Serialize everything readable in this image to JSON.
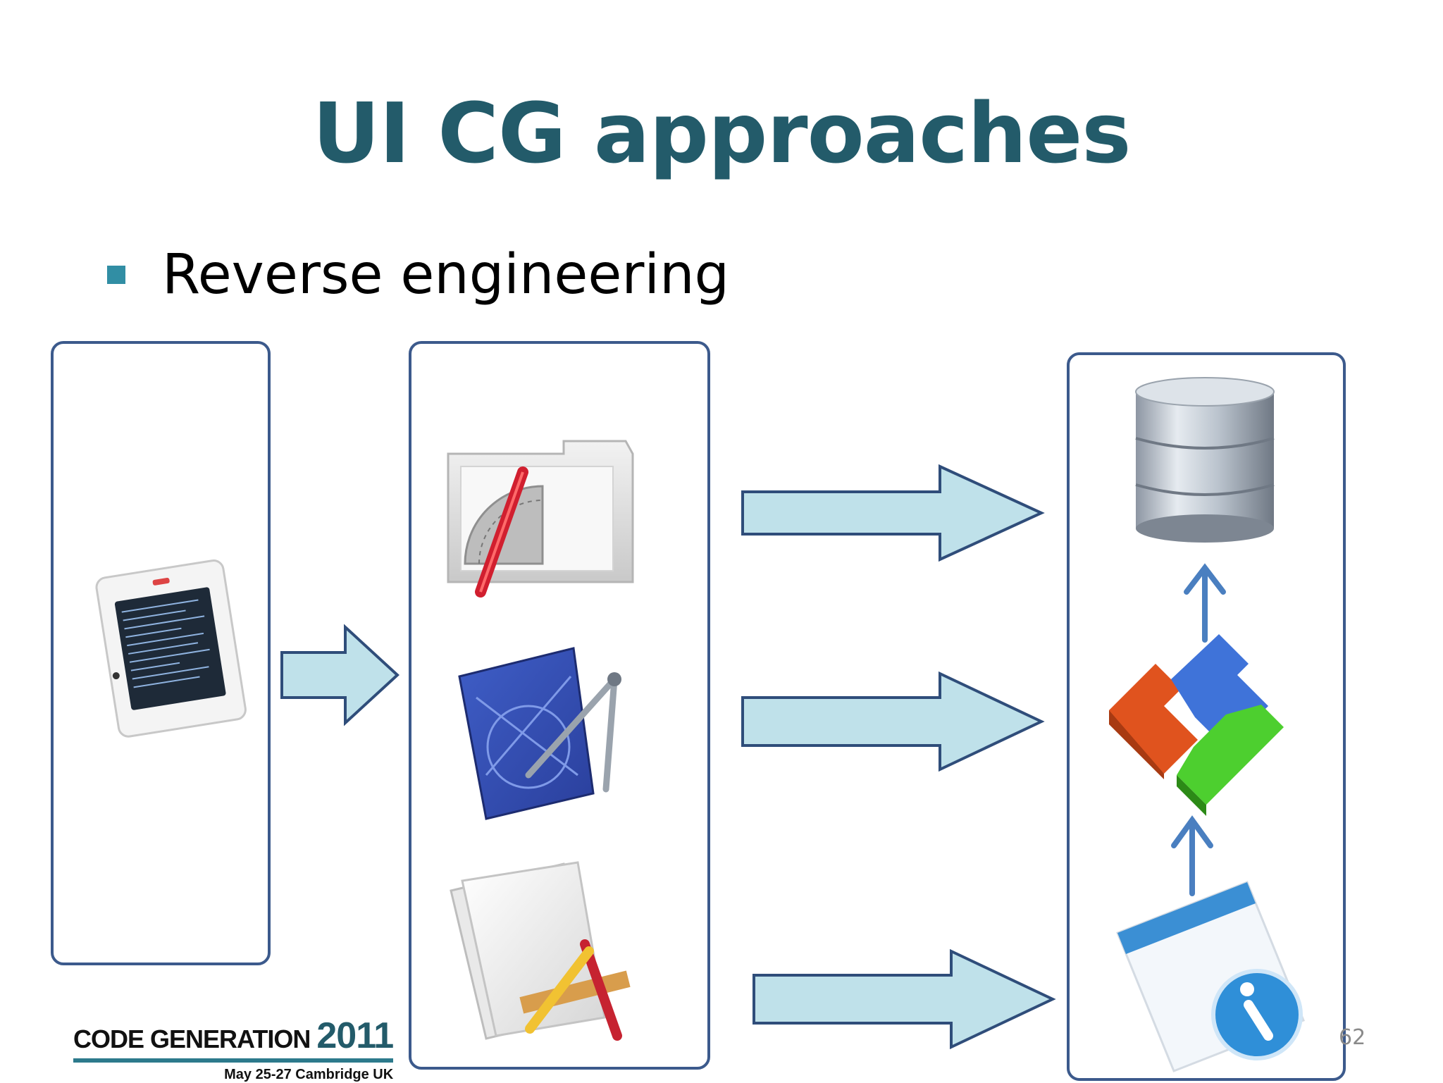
{
  "slide": {
    "title": "UI CG approaches",
    "bullets": [
      "Reverse engineering"
    ],
    "page_number": "62"
  },
  "footer": {
    "logo_main": "CODE GENERATION",
    "logo_year": "2011",
    "logo_sub": "May 25-27 Cambridge UK"
  },
  "colors": {
    "title": "#235b6a",
    "bullet": "#318ea4",
    "panel_border": "#3c5a8c",
    "arrow_fill": "#bfe1ea",
    "arrow_stroke": "#2f4d7a",
    "small_arrow": "#4a7fc0"
  },
  "icons": {
    "left_panel": [
      "embedded-device-icon"
    ],
    "middle_panel": [
      "design-folder-icon",
      "blueprint-icon",
      "app-design-document-icon"
    ],
    "right_panel": [
      "database-icon",
      "components-puzzle-icon",
      "info-document-icon"
    ]
  }
}
